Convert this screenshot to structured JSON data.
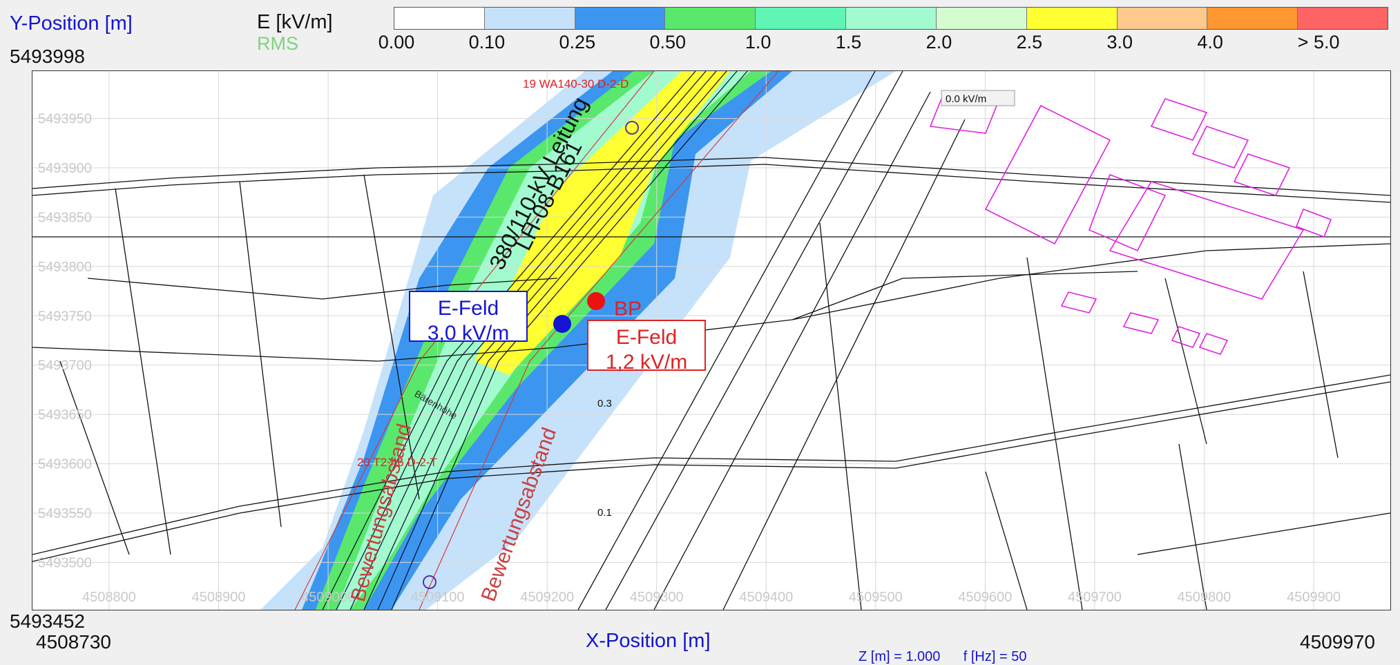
{
  "header": {
    "y_axis_label": "Y-Position [m]",
    "field_unit": "E [kV/m]",
    "field_type": "RMS",
    "y_top_value": "5493998",
    "y_bottom_value": "5493452",
    "x_left_value": "4508730",
    "x_right_value": "4509970",
    "x_axis_label": "X-Position [m]",
    "z_info": "Z [m] = 1.000",
    "f_info": "f [Hz] = 50"
  },
  "legend": {
    "colors": [
      "#ffffff",
      "#c6e2fb",
      "#3c96f0",
      "#5ae86c",
      "#5ff5b4",
      "#a2fbcf",
      "#d4fcd0",
      "#ffff32",
      "#ffc88c",
      "#ff9632",
      "#ff6464"
    ],
    "ticks": [
      "0.00",
      "0.10",
      "0.25",
      "0.50",
      "1.0",
      "1.5",
      "2.0",
      "2.5",
      "3.0",
      "4.0",
      "> 5.0"
    ]
  },
  "map": {
    "y_ticks": [
      "5493950",
      "5493900",
      "5493850",
      "5493800",
      "5493750",
      "5493700",
      "5493650",
      "5493600",
      "5493550",
      "5493500"
    ],
    "x_ticks": [
      "4508800",
      "4508900",
      "4509000",
      "4509100",
      "4509200",
      "4509300",
      "4509400",
      "4509500",
      "4509600",
      "4509700",
      "4509800",
      "4509900"
    ],
    "line_label_1": "380/110-kV Leitung",
    "line_label_2": "LH-08-B161",
    "mast_top_label": "19 WA140-30 D-2-D",
    "mast_bottom_label": "20 T2-46 D-2-T",
    "corridor_label_left": "Bewertungsabstand",
    "corridor_label_right": "Bewertungsabstand",
    "point_label": "BP",
    "field_readout": "0.0 kV/m",
    "contour_label_1": "0.3",
    "contour_label_2": "0.1",
    "street_label": "Bärenhöhe"
  },
  "callouts": {
    "blue_title": "E-Feld",
    "blue_value": "3,0 kV/m",
    "red_title": "E-Feld",
    "red_value": "1,2 kV/m"
  }
}
